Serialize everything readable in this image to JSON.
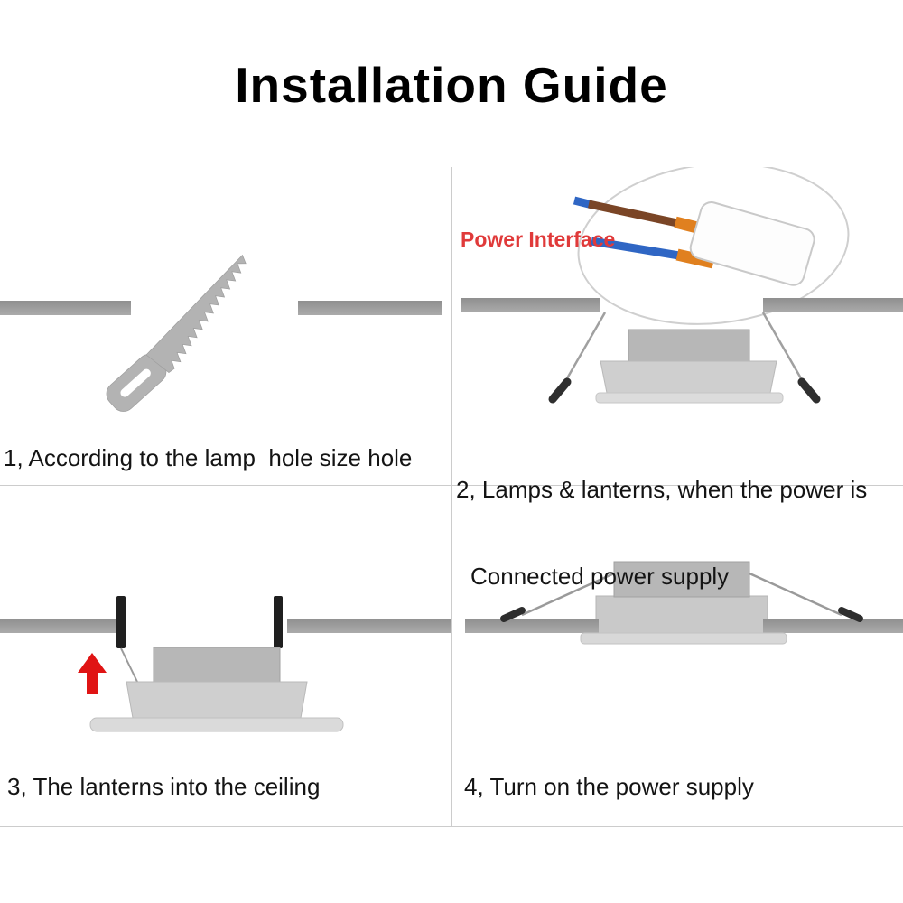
{
  "title": "Installation Guide",
  "steps": {
    "one": {
      "caption": "1, According to the lamp  hole size hole"
    },
    "two": {
      "power_label": "Power Interface",
      "caption_line1": "2, Lamps & lanterns, when the power is",
      "caption_line2": "Connected power supply"
    },
    "three": {
      "caption": "3, The lanterns into the ceiling"
    },
    "four": {
      "caption": "4, Turn on the power supply"
    }
  },
  "colors": {
    "accent_red": "#e03a3a",
    "arrow_red": "#e01414",
    "ceiling_gray": "#979797",
    "divider_gray": "#cccccc",
    "wire_brown": "#7a4526",
    "wire_blue": "#2f66c4",
    "connector_orange": "#e0801f"
  }
}
